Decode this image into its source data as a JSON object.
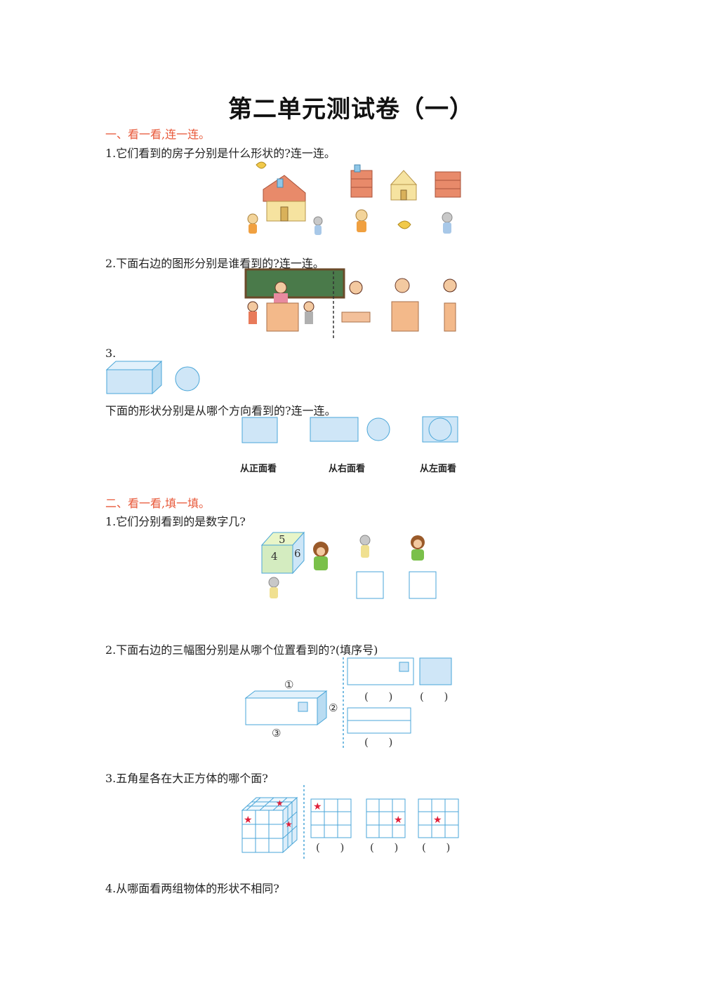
{
  "title": "第二单元测试卷（一）",
  "section1": {
    "heading": "一、看一看,连一连。",
    "q1": "1.它们看到的房子分别是什么形状的?连一连。",
    "q2": "2.下面右边的图形分别是谁看到的?连一连。",
    "q3_num": "3.",
    "q3_text": "下面的形状分别是从哪个方向看到的?连一连。",
    "directions": [
      "从正面看",
      "从右面看",
      "从左面看"
    ]
  },
  "section2": {
    "heading": "二、看一看,填一填。",
    "q1": "1.它们分别看到的是数字几?",
    "cube_numbers": [
      "5",
      "4",
      "6"
    ],
    "q2": "2.下面右边的三幅图分别是从哪个位置看到的?(填序号)",
    "positions": [
      "①",
      "②",
      "③"
    ],
    "paren": "(      )",
    "q3": "3.五角星各在大正方体的哪个面?",
    "q4": "4.从哪面看两组物体的形状不相同?"
  },
  "colors": {
    "heading": "#e8593a",
    "shape_fill": "#cfe6f7",
    "shape_stroke": "#4aa6d8",
    "star": "#e0203a"
  }
}
